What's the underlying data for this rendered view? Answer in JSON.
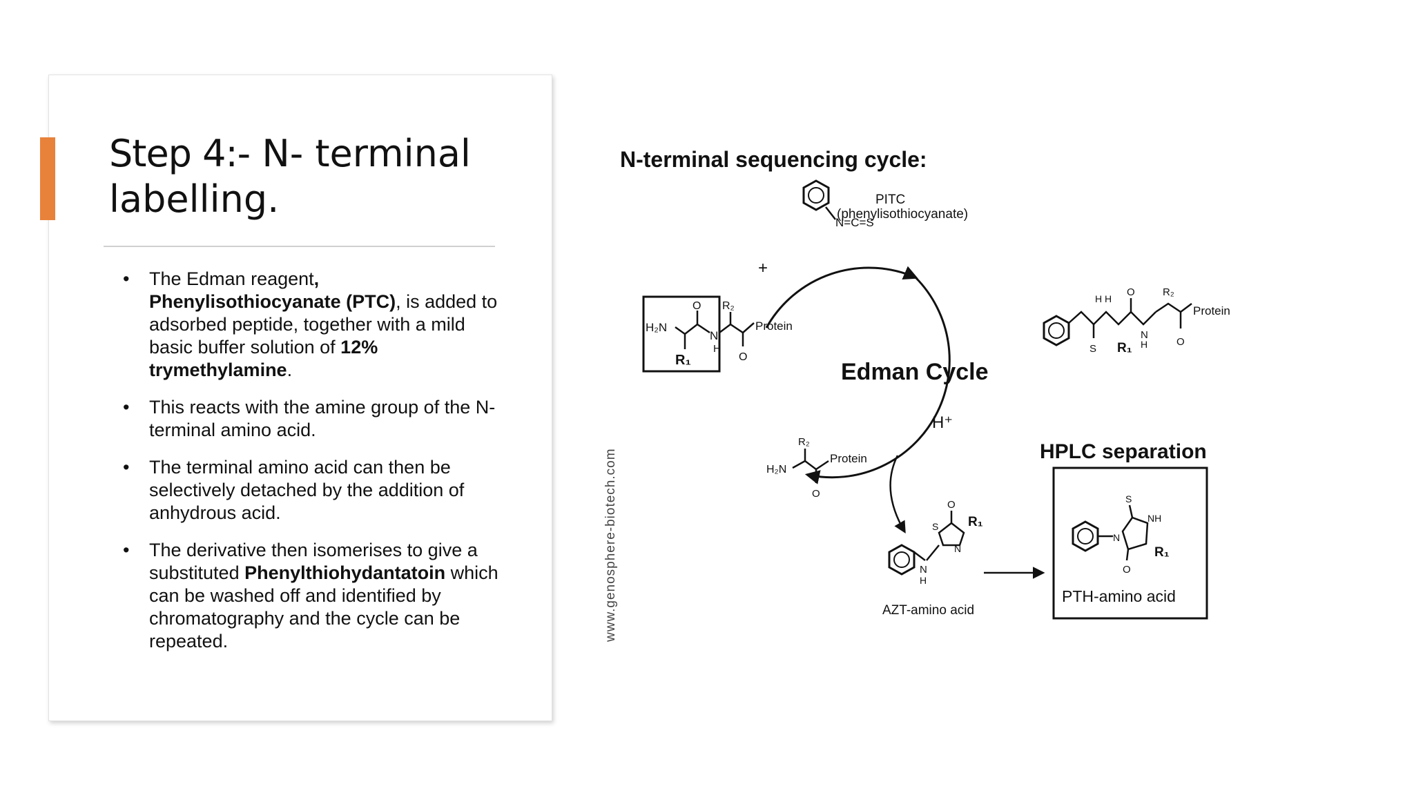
{
  "slide": {
    "title_bold": "Step 4:-",
    "title_rest": " N- terminal labelling.",
    "bullets": [
      {
        "t1": "The Edman reagent",
        "t2": ",",
        "t3": "Phenylisothiocyanate (PTC)",
        "t4": ", is added to adsorbed peptide, together with a mild basic buffer solution of ",
        "t5": "12% trymethylamine",
        "t6": "."
      },
      {
        "t1": "This reacts with the amine group of the N-terminal amino acid."
      },
      {
        "t1": "The terminal amino acid can then be selectively detached by the addition of anhydrous acid."
      },
      {
        "t1": "The derivative then isomerises to give a substituted ",
        "t2": "Phenylthiohydantatoin",
        "t3": " which can be washed off and identified by chromatography and the cycle can be repeated."
      }
    ],
    "bullet_char": "•",
    "accent_color": "#e8823a"
  },
  "diagram": {
    "heading": "N-terminal sequencing cycle:",
    "pitc_label": "PITC",
    "pitc_name": "(phenylisothiocyanate)",
    "ncs": "N=C=S",
    "plus": "+",
    "cycle_label": "Edman Cycle",
    "acid": "H⁺",
    "protein": "Protein",
    "h2n": "H₂N",
    "r1": "R₁",
    "r2": "R₂",
    "o": "O",
    "n": "N",
    "h": "H",
    "s": "S",
    "nh": "NH",
    "hplc": "HPLC separation",
    "azt": "AZT-amino acid",
    "pth": "PTH-amino acid",
    "watermark": "www.genosphere-biotech.com"
  }
}
